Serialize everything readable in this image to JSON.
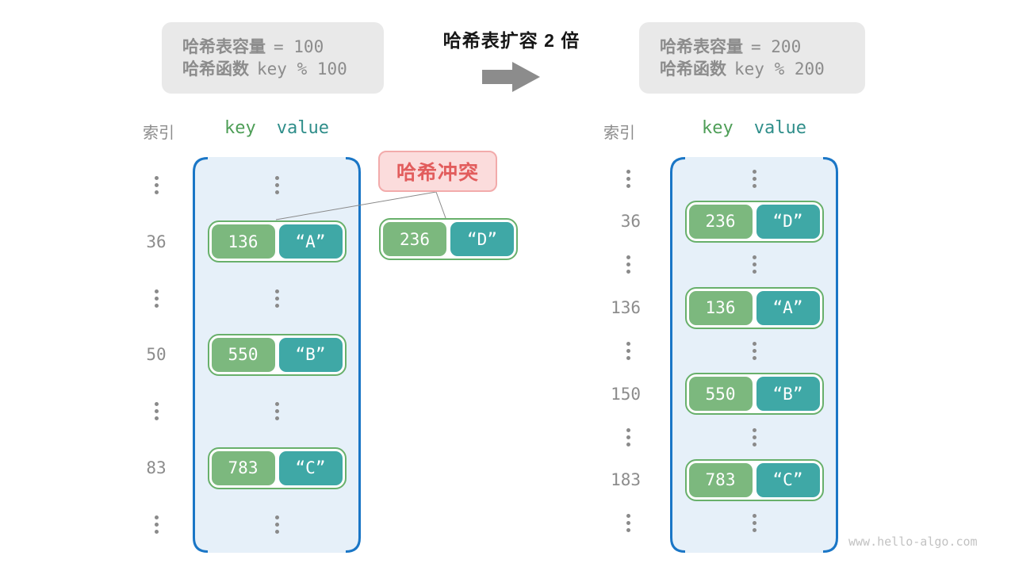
{
  "top": {
    "left_box": {
      "line1_label": "哈希表容量",
      "line1_value": "= 100",
      "line2_label": "哈希函数",
      "line2_value": "key % 100"
    },
    "title": "哈希表扩容 2 倍",
    "right_box": {
      "line1_label": "哈希表容量",
      "line1_value": "= 200",
      "line2_label": "哈希函数",
      "line2_value": "key % 200"
    }
  },
  "headers": {
    "index": "索引",
    "key": "key",
    "value": "value"
  },
  "left_table": {
    "rows": [
      {
        "type": "dots"
      },
      {
        "type": "pair",
        "index": "36",
        "key": "136",
        "value": "“A”"
      },
      {
        "type": "dots"
      },
      {
        "type": "pair",
        "index": "50",
        "key": "550",
        "value": "“B”"
      },
      {
        "type": "dots"
      },
      {
        "type": "pair",
        "index": "83",
        "key": "783",
        "value": "“C”"
      },
      {
        "type": "dots"
      }
    ]
  },
  "right_table": {
    "rows": [
      {
        "type": "dots"
      },
      {
        "type": "pair",
        "index": "36",
        "key": "236",
        "value": "“D”"
      },
      {
        "type": "dots"
      },
      {
        "type": "pair",
        "index": "136",
        "key": "136",
        "value": "“A”"
      },
      {
        "type": "dots"
      },
      {
        "type": "pair",
        "index": "150",
        "key": "550",
        "value": "“B”"
      },
      {
        "type": "dots"
      },
      {
        "type": "pair",
        "index": "183",
        "key": "783",
        "value": "“C”"
      },
      {
        "type": "dots"
      }
    ]
  },
  "collision": {
    "label": "哈希冲突",
    "pair": {
      "key": "236",
      "value": "“D”"
    }
  },
  "watermark": "www.hello-algo.com",
  "colors": {
    "info_bg": "#e9e9e9",
    "gray_text": "#8c8c8c",
    "title_color": "#161616",
    "arrow_gray": "#8c8c8c",
    "key_header": "#4e9e57",
    "val_header": "#2f8e8a",
    "table_fill": "#e6f0f9",
    "table_border": "#1a76c6",
    "pair_border": "#68b06b",
    "key_green": "#7cb87e",
    "value_teal": "#3fa8a6",
    "dots_gray": "#8a8a8a",
    "callout_bg": "#fbdcdc",
    "callout_border": "#f2abab",
    "callout_text": "#e25d5d",
    "line_gray": "#8a8a8a",
    "watermark": "#c2c2c2"
  }
}
